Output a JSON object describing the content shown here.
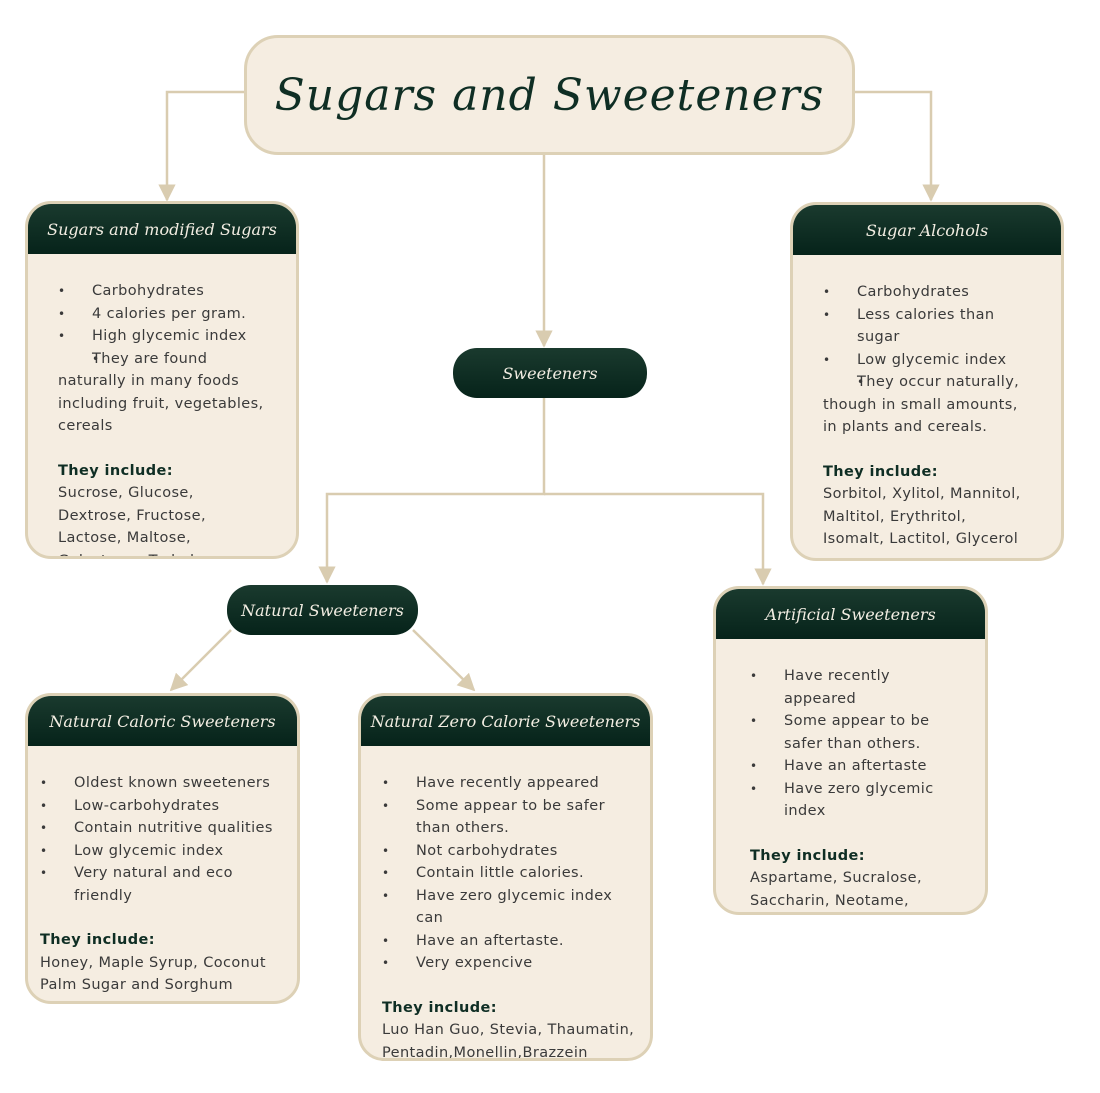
{
  "title": "Sugars and Sweeteners",
  "sweeteners_label": "Sweeteners",
  "natural_label": "Natural Sweeteners",
  "colors": {
    "header_dark": "#0f2e24",
    "card_bg": "#f5ede1",
    "card_border": "#ddd1b6",
    "connector": "#d9ccb0"
  },
  "sugars_card": {
    "title": "Sugars and modified Sugars",
    "bullets": [
      "Carbohydrates",
      "4 calories per gram.",
      "High glycemic index",
      "They are found naturally in many foods including fruit, vegetables, cereals"
    ],
    "include_heading": "They include:",
    "include_text": "Sucrose, Glucose, Dextrose, Fructose, Lactose, Maltose, Galactose , Trehalose."
  },
  "alcohols_card": {
    "title": "Sugar Alcohols",
    "bullets": [
      "Carbohydrates",
      "Less calories than sugar",
      "Low glycemic index",
      "They occur naturally, though in small amounts, in plants and cereals."
    ],
    "include_heading": "They include:",
    "include_text": "Sorbitol, Xylitol, Mannitol, Maltitol, Erythritol, Isomalt, Lactitol, Glycerol"
  },
  "artificial_card": {
    "title": "Artificial Sweeteners",
    "bullets": [
      "Have recently appeared",
      "Some appear to be safer than others.",
      "Have an aftertaste",
      "Have zero glycemic index"
    ],
    "include_heading": "They include:",
    "include_text": "Aspartame, Sucralose, Saccharin, Neotame, Acesulfame K, Cyclamate"
  },
  "caloric_card": {
    "title": "Natural Caloric Sweeteners",
    "bullets": [
      "Oldest known sweeteners",
      "Low-carbohydrates",
      "Contain nutritive qualities",
      "Low glycemic index",
      "Very natural and eco friendly"
    ],
    "include_heading": "They include:",
    "include_text": "Honey, Maple Syrup,  Coconut Palm Sugar and Sorghum Syrup."
  },
  "zero_card": {
    "title": "Natural Zero Calorie Sweeteners",
    "bullets": [
      "Have recently appeared",
      "Some appear to be safer than others.",
      "Not carbohydrates",
      "Contain little calories.",
      "Have zero glycemic index can",
      "Have an aftertaste.",
      "Very expencive"
    ],
    "include_heading": "They include:",
    "include_text": "Luo Han Guo, Stevia, Thaumatin, Pentadin,Monellin,Brazzein"
  }
}
